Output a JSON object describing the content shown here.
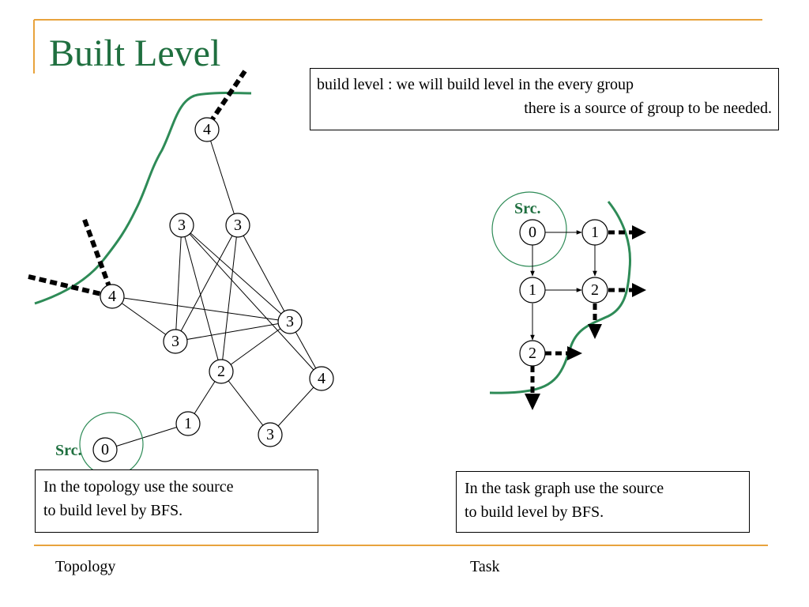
{
  "slide": {
    "title": "Built Level",
    "accent_color": "#E8A33D",
    "title_color": "#1F6F3F",
    "boundary_color": "#2E8B57"
  },
  "callouts": {
    "build_level_line1": "build level : we will build level in the every group",
    "build_level_line2": "there is a source of group to be needed.",
    "topology_line1": "In the topology use the source",
    "topology_line2": "to build level by BFS.",
    "task_line1": "In the task graph use the source",
    "task_line2": "to build level by BFS."
  },
  "footer": {
    "left": "Topology",
    "right": "Task"
  },
  "topology": {
    "source_label": "Src.",
    "node_labels": [
      "4",
      "3",
      "3",
      "4",
      "3",
      "3",
      "2",
      "4",
      "1",
      "3",
      "0"
    ]
  },
  "task": {
    "source_label": "Src.",
    "node_labels": [
      "0",
      "1",
      "1",
      "2",
      "2"
    ]
  }
}
